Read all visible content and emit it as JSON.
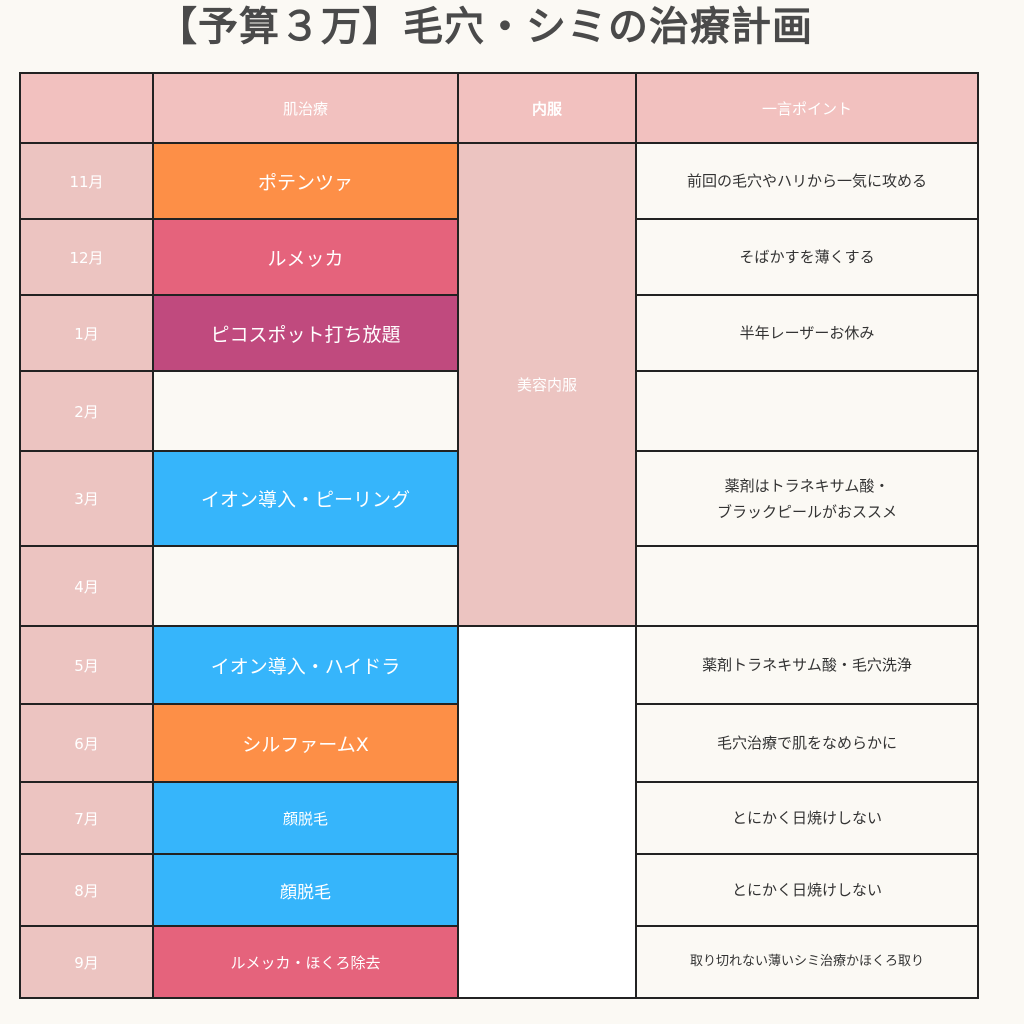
{
  "title": "【予算３万】毛穴・シミの治療計画",
  "colors": {
    "header": "#f2c1bf",
    "month": "#ecc4c1",
    "orange": "#fd8f47",
    "pink": "#e5637c",
    "plum": "#c04a7e",
    "blue": "#36b5fb"
  },
  "headers": {
    "month": "",
    "treatment": "肌治療",
    "internal": "内服",
    "point": "一言ポイント"
  },
  "internal_medicine": "美容内服",
  "rows": [
    {
      "month": "11月",
      "treatment": "ポテンツァ",
      "point": "前回の毛穴やハリから一気に攻める"
    },
    {
      "month": "12月",
      "treatment": "ルメッカ",
      "point": "そばかすを薄くする"
    },
    {
      "month": "1月",
      "treatment": "ピコスポット打ち放題",
      "point": "半年レーザーお休み"
    },
    {
      "month": "2月",
      "treatment": "",
      "point": ""
    },
    {
      "month": "3月",
      "treatment": "イオン導入・ピーリング",
      "point_line1": "薬剤はトラネキサム酸・",
      "point_line2": "ブラックピールがおススメ"
    },
    {
      "month": "4月",
      "treatment": "",
      "point": ""
    },
    {
      "month": "5月",
      "treatment": "イオン導入・ハイドラ",
      "point": "薬剤トラネキサム酸・毛穴洗浄"
    },
    {
      "month": "6月",
      "treatment": "シルファームX",
      "point": "毛穴治療で肌をなめらかに"
    },
    {
      "month": "7月",
      "treatment": "顔脱毛",
      "point": "とにかく日焼けしない"
    },
    {
      "month": "8月",
      "treatment": "顔脱毛",
      "point": "とにかく日焼けしない"
    },
    {
      "month": "9月",
      "treatment": "ルメッカ・ほくろ除去",
      "point": "取り切れない薄いシミ治療かほくろ取り"
    }
  ]
}
